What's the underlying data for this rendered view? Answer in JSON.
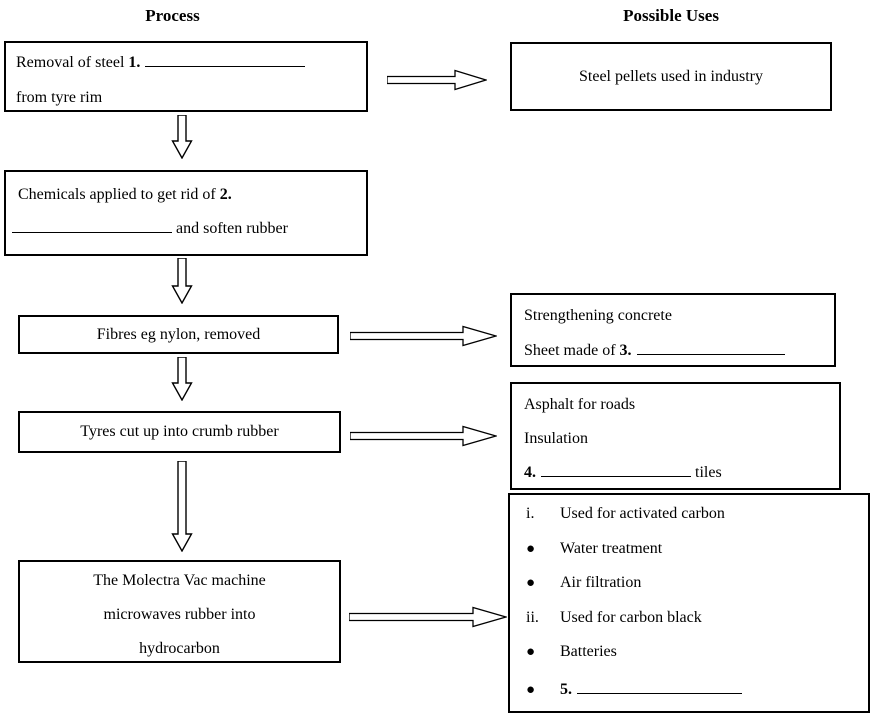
{
  "headers": {
    "process": "Process",
    "uses": "Possible Uses"
  },
  "process": {
    "box1": {
      "line1_text": "Removal of steel ",
      "line1_num": "1.",
      "line2": "from tyre rim"
    },
    "box2": {
      "line1_text": "Chemicals applied to get rid of ",
      "line1_num": "2.",
      "line2_text": "and soften rubber"
    },
    "box3": {
      "text": "Fibres eg nylon, removed"
    },
    "box4": {
      "text": "Tyres cut up into crumb rubber"
    },
    "box5": {
      "line1": "The Molectra Vac machine",
      "line2": "microwaves rubber into",
      "line3": "hydrocarbon"
    }
  },
  "uses": {
    "box1": {
      "text": "Steel pellets used in industry"
    },
    "box2": {
      "line1": "Strengthening concrete",
      "line2_text": "Sheet made of ",
      "line2_num": "3."
    },
    "box3": {
      "line1": "Asphalt for roads",
      "line2": "Insulation",
      "line3_num": "4.",
      "line3_suffix": "tiles"
    },
    "box4": {
      "items": [
        {
          "marker": "i.",
          "text": "Used for activated carbon"
        },
        {
          "marker": "●",
          "text": "Water treatment"
        },
        {
          "marker": "●",
          "text": "Air filtration"
        },
        {
          "marker": "ii.",
          "text": "Used for carbon black"
        },
        {
          "marker": "●",
          "text": "Batteries"
        },
        {
          "marker": "●",
          "num": "5."
        }
      ]
    }
  },
  "colors": {
    "text": "#000000",
    "background": "#ffffff",
    "border": "#000000"
  }
}
